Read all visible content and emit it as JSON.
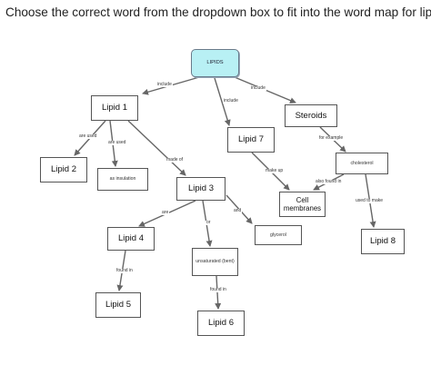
{
  "question": "Choose the correct word from the dropdown box to fit into the word map for lipds.",
  "nodes": {
    "lipids": "LIPIDS",
    "lipid1": "Lipid 1",
    "steroids": "Steroids",
    "lipid7": "Lipid 7",
    "cholesterol": "cholesterol",
    "lipid2": "Lipid 2",
    "insulation": "as insulation",
    "lipid3": "Lipid 3",
    "cell_membranes": "Cell membranes",
    "glycerol": "glycerol",
    "lipid8": "Lipid 8",
    "lipid4": "Lipid 4",
    "unsaturated": "unsaturated (bent)",
    "lipid5": "Lipid 5",
    "lipid6": "Lipid 6"
  },
  "links": {
    "include_left": "include",
    "include_mid": "include",
    "include_right": "include",
    "are_used_1": "are used",
    "are_used_2": "are used",
    "made_of": "made of",
    "for_example": "for example",
    "make_up": "make up",
    "also_found_in": "also found in",
    "used_to_make": "used to make",
    "are": "are",
    "or": "or",
    "and": "and",
    "found_in_1": "found in",
    "found_in_2": "found in"
  }
}
